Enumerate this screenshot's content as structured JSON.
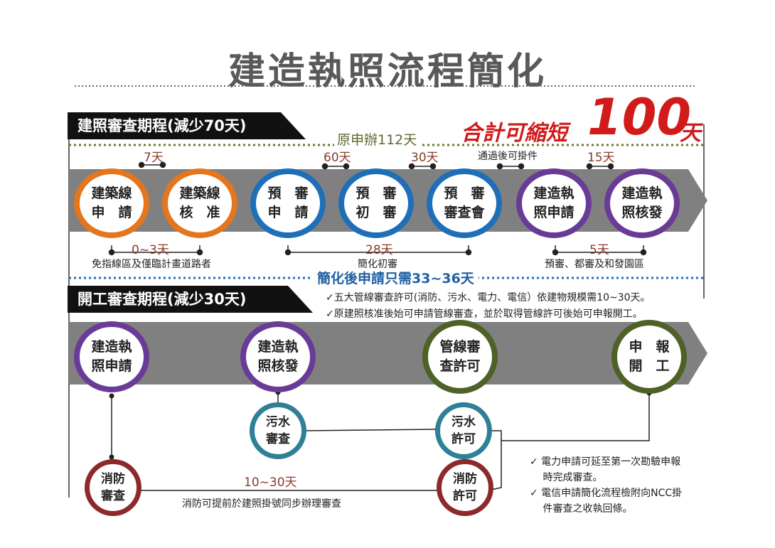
{
  "title": "建造執照流程簡化",
  "section1": {
    "label": "建照審查期程(減少70天)",
    "original": "原申辦112天",
    "total_prefix": "合計可縮短",
    "total_number": "100",
    "total_unit": "天",
    "simplified": "簡化後申請只需33~36天",
    "steps": [
      {
        "label": "建築線\n申　請",
        "color": "#e4761d"
      },
      {
        "label": "建築線\n核　准",
        "color": "#e4761d"
      },
      {
        "label": "預　審\n申　請",
        "color": "#1f6fb8"
      },
      {
        "label": "預　審\n初　審",
        "color": "#1f6fb8"
      },
      {
        "label": "預　審\n審查會",
        "color": "#1f6fb8"
      },
      {
        "label": "建造執\n照申請",
        "color": "#6a3a97"
      },
      {
        "label": "建造執\n照核發",
        "color": "#6a3a97"
      }
    ],
    "above_labels": [
      "7天",
      "60天",
      "30天",
      "通過後可掛件",
      "15天"
    ],
    "below": [
      {
        "days": "0~3天",
        "note": "免指線區及僅臨計畫道路者"
      },
      {
        "days": "28天",
        "note": "簡化初審"
      },
      {
        "days": "5天",
        "note": "預審、都審及和發園區"
      }
    ]
  },
  "section2": {
    "label": "開工審查期程(減少30天)",
    "notes": [
      "✓五大管線審查許可(消防、污水、電力、電信）依建物規模需10~30天。",
      "✓原建照核准後始可申請管線審查，並於取得管線許可後始可申報開工。"
    ],
    "steps": [
      {
        "label": "建造執\n照申請",
        "color": "#6a3a97"
      },
      {
        "label": "建造執\n照核發",
        "color": "#6a3a97"
      },
      {
        "label": "管線審\n查許可",
        "color": "#4e6126"
      },
      {
        "label": "申　報\n開　工",
        "color": "#4e6126"
      }
    ],
    "sub_steps": [
      {
        "label": "污水\n審查",
        "color": "#2f7f96"
      },
      {
        "label": "污水\n許可",
        "color": "#2f7f96"
      },
      {
        "label": "消防\n審查",
        "color": "#8c2a2a"
      },
      {
        "label": "消防\n許可",
        "color": "#8c2a2a"
      }
    ],
    "fire_days": "10~30天",
    "fire_note": "消防可提前於建照掛號同步辦理審查",
    "side_notes": [
      "✓ 電力申請可延至第一次勘驗申報\n　 時完成審查。",
      "✓ 電信申請簡化流程檢附向NCC掛\n　 件審查之收執回條。"
    ]
  }
}
